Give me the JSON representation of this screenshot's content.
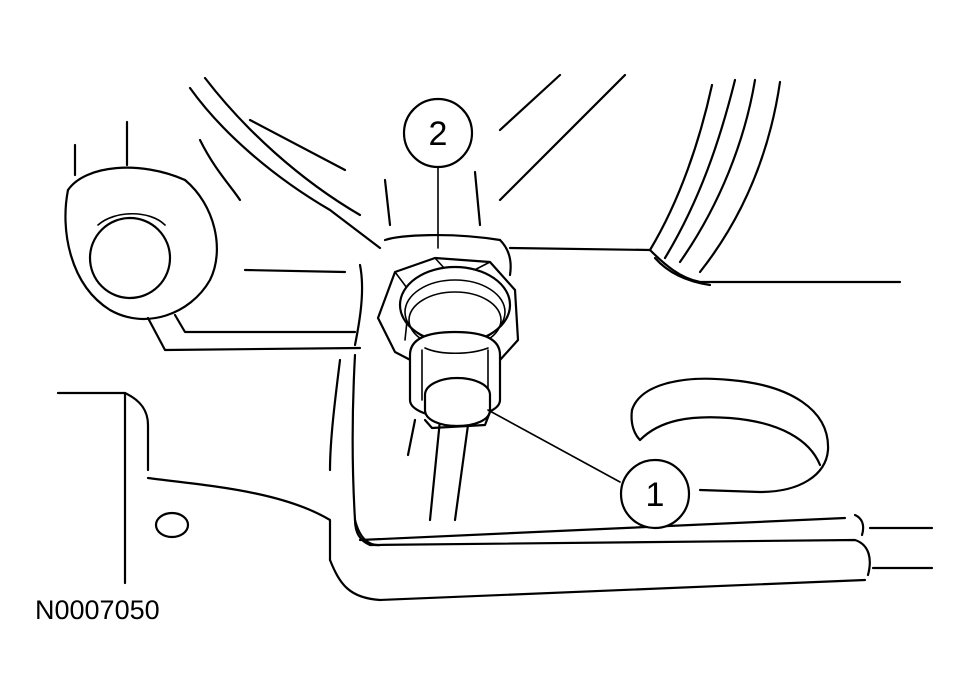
{
  "figure_id": "N0007050",
  "callouts": [
    {
      "label": "1"
    },
    {
      "label": "2"
    }
  ],
  "colors": {
    "line": "#000000",
    "background": "#ffffff"
  }
}
